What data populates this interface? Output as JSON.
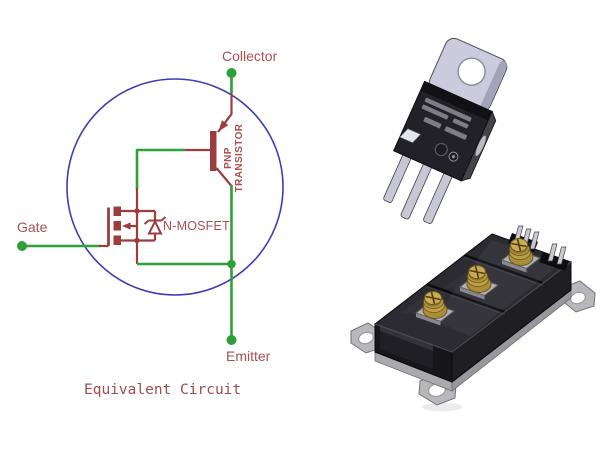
{
  "colors": {
    "background": "#ffffff",
    "wire-green": "#2EA03A",
    "schematic-red": "#9C3D3D",
    "label-red": "#AC4F4F",
    "circle-blue": "#3C3CB4",
    "caption-red": "#A34A4A"
  },
  "circuit": {
    "labels": {
      "collector": "Collector",
      "gate": "Gate",
      "emitter": "Emitter",
      "mosfet": "N-MOSFET",
      "pnp_line1": "PNP",
      "pnp_line2": "TRANSISTOR"
    },
    "caption": "Equivalent Circuit"
  },
  "figures": {
    "to220": "TO-220 packaged transistor photo",
    "module": "IGBT power module photo"
  }
}
